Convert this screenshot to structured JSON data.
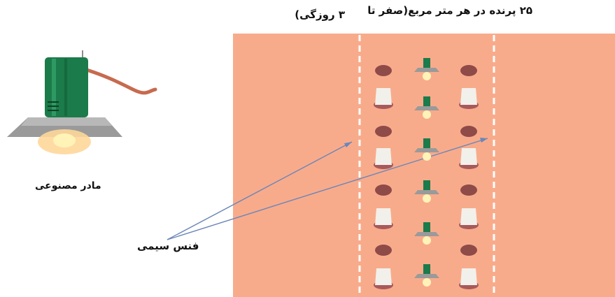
{
  "title": {
    "line1": "۲۵ پرنده در هر متر مربع(صفر تا",
    "line2": "۳ روزگی)"
  },
  "labels": {
    "brooder": "مادر مصنوعی",
    "wire_fence": "فنس سیمی"
  },
  "colors": {
    "pen_floor": "#f8ab8b",
    "fence_dashes": "#ffffff",
    "arrow": "#6b86b8",
    "feeder": "#8e4b48",
    "lamp_body": "#1b7b4a",
    "lamp_shade": "#9a9a9a",
    "cable": "#c76a4e"
  },
  "icons": [
    "brooder-lamp-icon",
    "feeder-icon",
    "drinker-icon",
    "heat-lamp-icon"
  ]
}
